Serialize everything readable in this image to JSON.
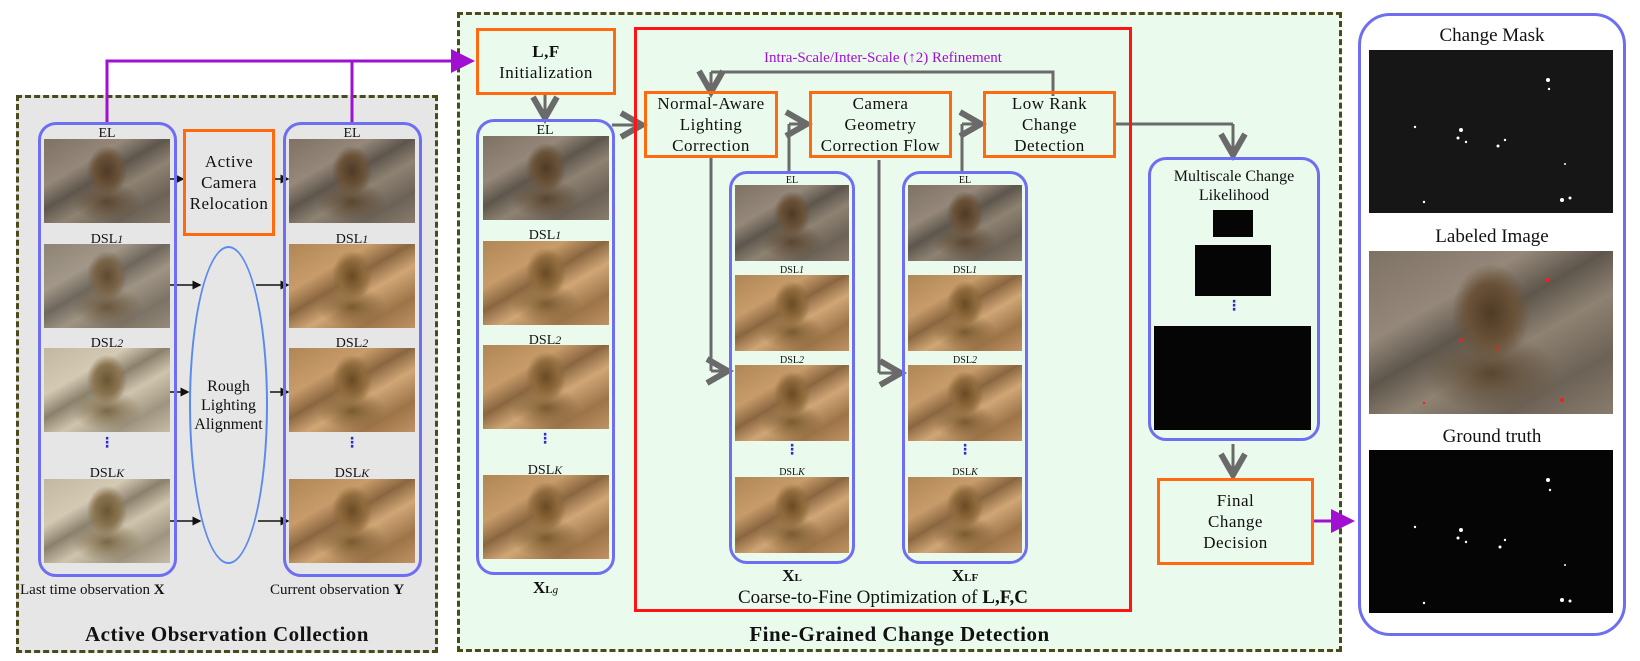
{
  "figure": {
    "sections": {
      "active_observation_collection": {
        "title": "Active Observation Collection",
        "left_column": {
          "caption_text": "Last time observation ",
          "caption_symbol": "X",
          "items": [
            {
              "label": "EL",
              "sub": ""
            },
            {
              "label": "DSL",
              "sub": "1"
            },
            {
              "label": "DSL",
              "sub": "2"
            },
            {
              "label": "DSL",
              "sub": "K"
            }
          ]
        },
        "right_column": {
          "caption_text": "Current observation ",
          "caption_symbol": "Y",
          "items": [
            {
              "label": "EL",
              "sub": ""
            },
            {
              "label": "DSL",
              "sub": "1"
            },
            {
              "label": "DSL",
              "sub": "2"
            },
            {
              "label": "DSL",
              "sub": "K"
            }
          ]
        },
        "active_camera_relocation": {
          "line1": "Active",
          "line2": "Camera",
          "line3": "Relocation"
        },
        "rough_lighting_alignment": {
          "line1": "Rough",
          "line2": "Lighting",
          "line3": "Alignment"
        }
      },
      "fine_grained_change_detection": {
        "title": "Fine-Grained Change Detection",
        "initialization": {
          "symbol": "L,F",
          "label": "Initialization"
        },
        "xlg_column": {
          "caption_symbol": "X",
          "caption_sub": "L",
          "caption_sub_italic": "g",
          "items": [
            {
              "label": "EL",
              "sub": ""
            },
            {
              "label": "DSL",
              "sub": "1"
            },
            {
              "label": "DSL",
              "sub": "2"
            },
            {
              "label": "DSL",
              "sub": "K"
            }
          ]
        },
        "optimization": {
          "caption_text": "Coarse-to-Fine Optimization of ",
          "caption_symbol": "L,F,C",
          "refinement_label": "Intra-Scale/Inter-Scale (↑2) Refinement",
          "normal_aware": {
            "line1": "Normal-Aware",
            "line2": "Lighting",
            "line3": "Correction"
          },
          "camera_geometry": {
            "line1": "Camera",
            "line2": "Geometry",
            "line3": "Correction Flow"
          },
          "low_rank": {
            "line1": "Low Rank",
            "line2": "Change",
            "line3": "Detection"
          },
          "xl_column": {
            "caption_symbol": "X",
            "caption_sub": "L",
            "items": [
              {
                "label": "EL",
                "sub": ""
              },
              {
                "label": "DSL",
                "sub": "1"
              },
              {
                "label": "DSL",
                "sub": "2"
              },
              {
                "label": "DSL",
                "sub": "K"
              }
            ]
          },
          "xlf_column": {
            "caption_symbol": "X",
            "caption_sub": "LF",
            "items": [
              {
                "label": "EL",
                "sub": ""
              },
              {
                "label": "DSL",
                "sub": "1"
              },
              {
                "label": "DSL",
                "sub": "2"
              },
              {
                "label": "DSL",
                "sub": "K"
              }
            ]
          }
        },
        "multiscale": {
          "line1": "Multiscale Change",
          "line2": "Likelihood"
        },
        "final_decision": {
          "line1": "Final",
          "line2": "Change",
          "line3": "Decision"
        }
      },
      "results": {
        "change_mask": "Change Mask",
        "labeled_image": "Labeled Image",
        "ground_truth": "Ground truth"
      }
    },
    "ellipsis": "⋮",
    "colors": {
      "orange_box": "#ff6a10",
      "blue_box": "#6e6ef2",
      "red_box": "#ff1414",
      "purple_arrow": "#a010d0",
      "gray_arrow": "#6a6a6a",
      "aoc_bg": "#e6e6e6",
      "fgcd_bg": "#eafaec",
      "dashed_border": "#4a4a1a"
    }
  }
}
